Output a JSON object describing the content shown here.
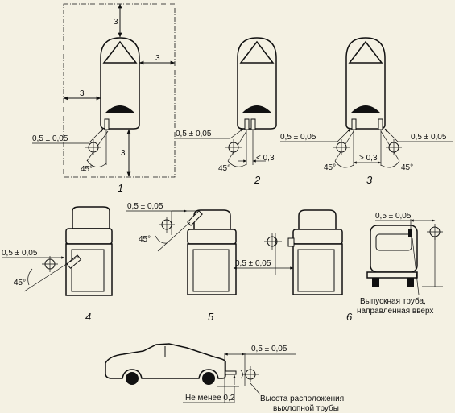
{
  "labels": {
    "dim_3": "3",
    "dim_tol": "0,5 ± 0,05",
    "angle_45": "45°",
    "lt_03": "< 0,3",
    "gt_03": "> 0,3",
    "min_02": "Не менее 0,2",
    "fig1": "1",
    "fig2": "2",
    "fig3": "3",
    "fig4": "4",
    "fig5": "5",
    "fig6": "6",
    "note_pipe_up_1": "Выпускная труба,",
    "note_pipe_up_2": "направленная вверх",
    "note_height_1": "Высота расположения",
    "note_height_2": "выхлопной трубы"
  },
  "colors": {
    "background": "#f4f1e3",
    "ink": "#111111"
  }
}
